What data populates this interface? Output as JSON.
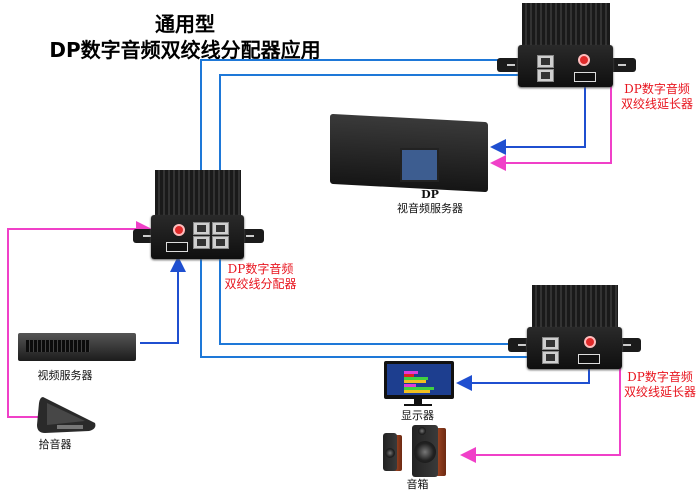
{
  "title": {
    "line1": "通用型",
    "line2": "DP数字音频双绞线分配器应用"
  },
  "devices": {
    "splitter": {
      "label_line1": "DP数字音频",
      "label_line2": "双绞线分配器",
      "icon": "splitter-device-icon"
    },
    "extender_top": {
      "label_line1": "DP数字音频",
      "label_line2": "双绞线延长器",
      "icon": "extender-device-icon"
    },
    "extender_bottom": {
      "label_line1": "DP数字音频",
      "label_line2": "双绞线延长器",
      "icon": "extender-device-icon"
    },
    "av_server": {
      "label_line1": "DP",
      "label_line2": "视音频服务器",
      "icon": "rack-server-icon"
    },
    "video_server": {
      "label": "视频服务器",
      "icon": "rack-server-icon"
    },
    "pickup": {
      "label": "拾音器",
      "icon": "microphone-pickup-icon"
    },
    "monitor": {
      "label": "显示器",
      "icon": "monitor-icon"
    },
    "speaker": {
      "label": "音箱",
      "icon": "speaker-icon"
    }
  },
  "colors": {
    "video_line": "#1f5fd6",
    "twisted_pair_line": "#1e78d8",
    "audio_line": "#f040c8",
    "label_red": "#e8141e"
  }
}
